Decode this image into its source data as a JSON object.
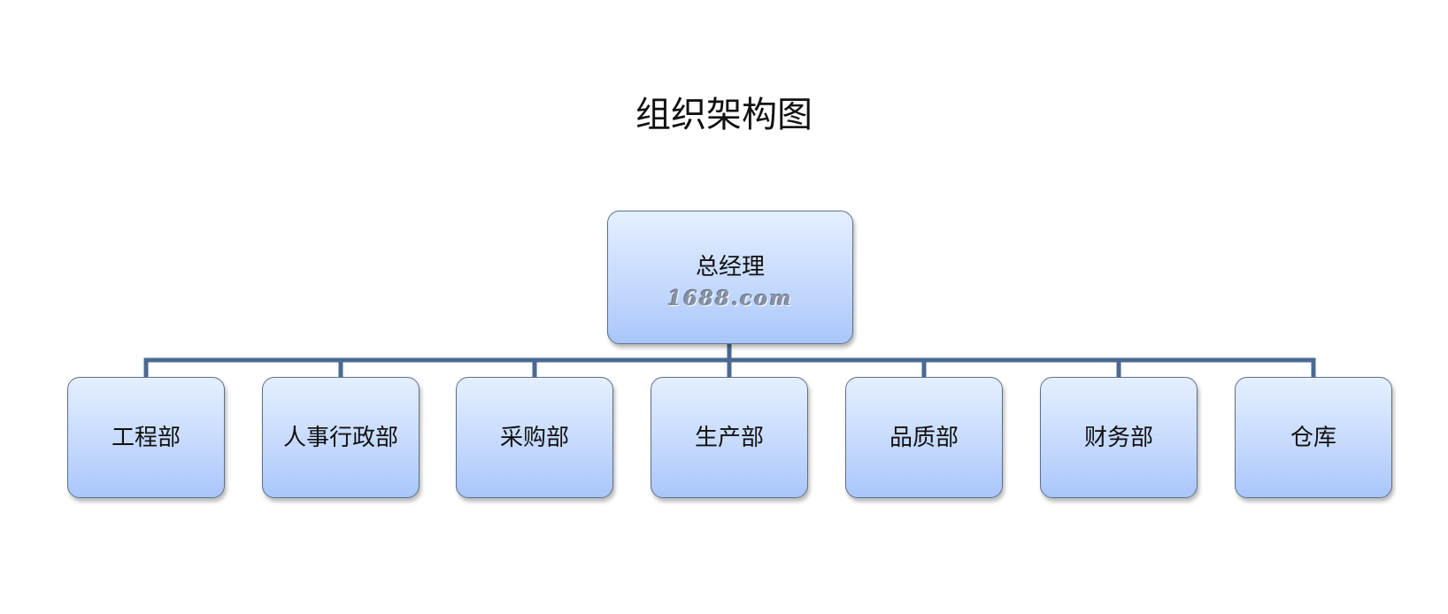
{
  "title": "组织架构图",
  "root": {
    "label": "总经理",
    "watermark": "1688.com"
  },
  "children": [
    {
      "label": "工程部"
    },
    {
      "label": "人事行政部"
    },
    {
      "label": "采购部"
    },
    {
      "label": "生产部"
    },
    {
      "label": "品质部"
    },
    {
      "label": "财务部"
    },
    {
      "label": "仓库"
    }
  ],
  "colors": {
    "connector": "#4a6a92",
    "node_border": "#5f6f86",
    "node_fill_top": "#e4efff",
    "node_fill_bottom": "#a9c6fb"
  }
}
